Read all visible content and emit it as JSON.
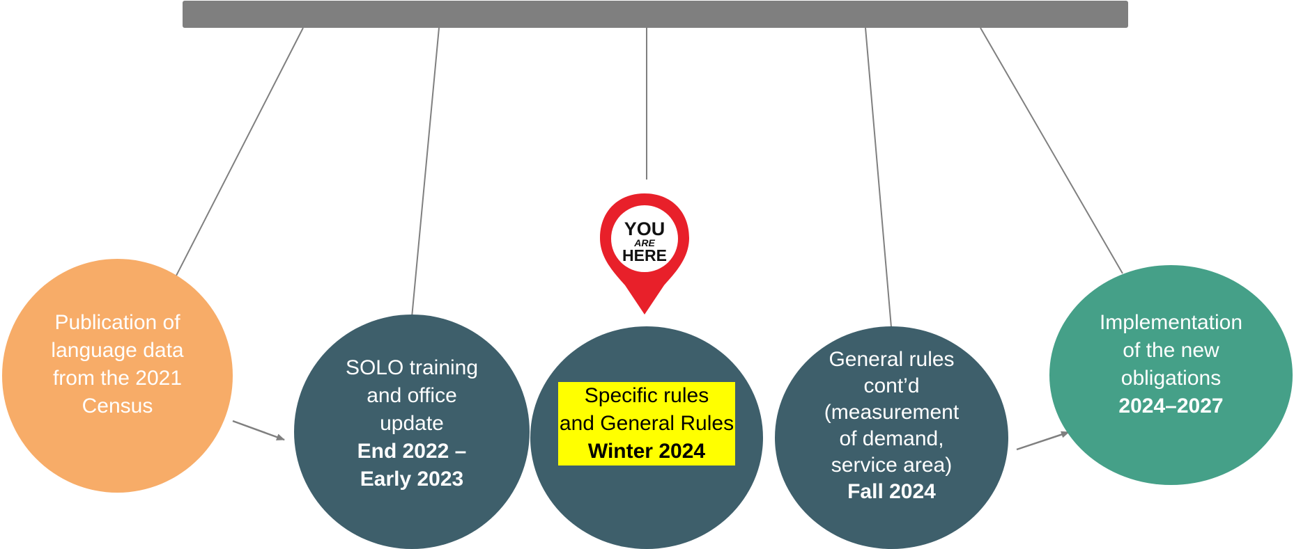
{
  "colors": {
    "bar": "#7f7f7f",
    "line": "#7f7f7f",
    "orange": "#f7ac68",
    "slate": "#3e5f6b",
    "teal": "#45a088",
    "highlight": "#ffff00",
    "pin_red": "#e8202a"
  },
  "steps": [
    {
      "lines": [
        "Publication of",
        "language data",
        "from the 2021",
        "Census"
      ],
      "date": ""
    },
    {
      "lines": [
        "SOLO training",
        "and office",
        "update"
      ],
      "date_lines": [
        "End 2022 –",
        "Early 2023"
      ]
    },
    {
      "lines": [
        "Specific rules",
        "and General Rules"
      ],
      "date": "Winter 2024"
    },
    {
      "lines": [
        "General rules",
        "cont’d",
        "(measurement",
        "of demand,",
        "service area)"
      ],
      "date": "Fall 2024"
    },
    {
      "lines": [
        "Implementation",
        "of the new",
        "obligations"
      ],
      "date": "2024–2027"
    }
  ],
  "marker": {
    "line1": "YOU",
    "line2": "ARE",
    "line3": "HERE",
    "icon": "location-pin-icon"
  }
}
